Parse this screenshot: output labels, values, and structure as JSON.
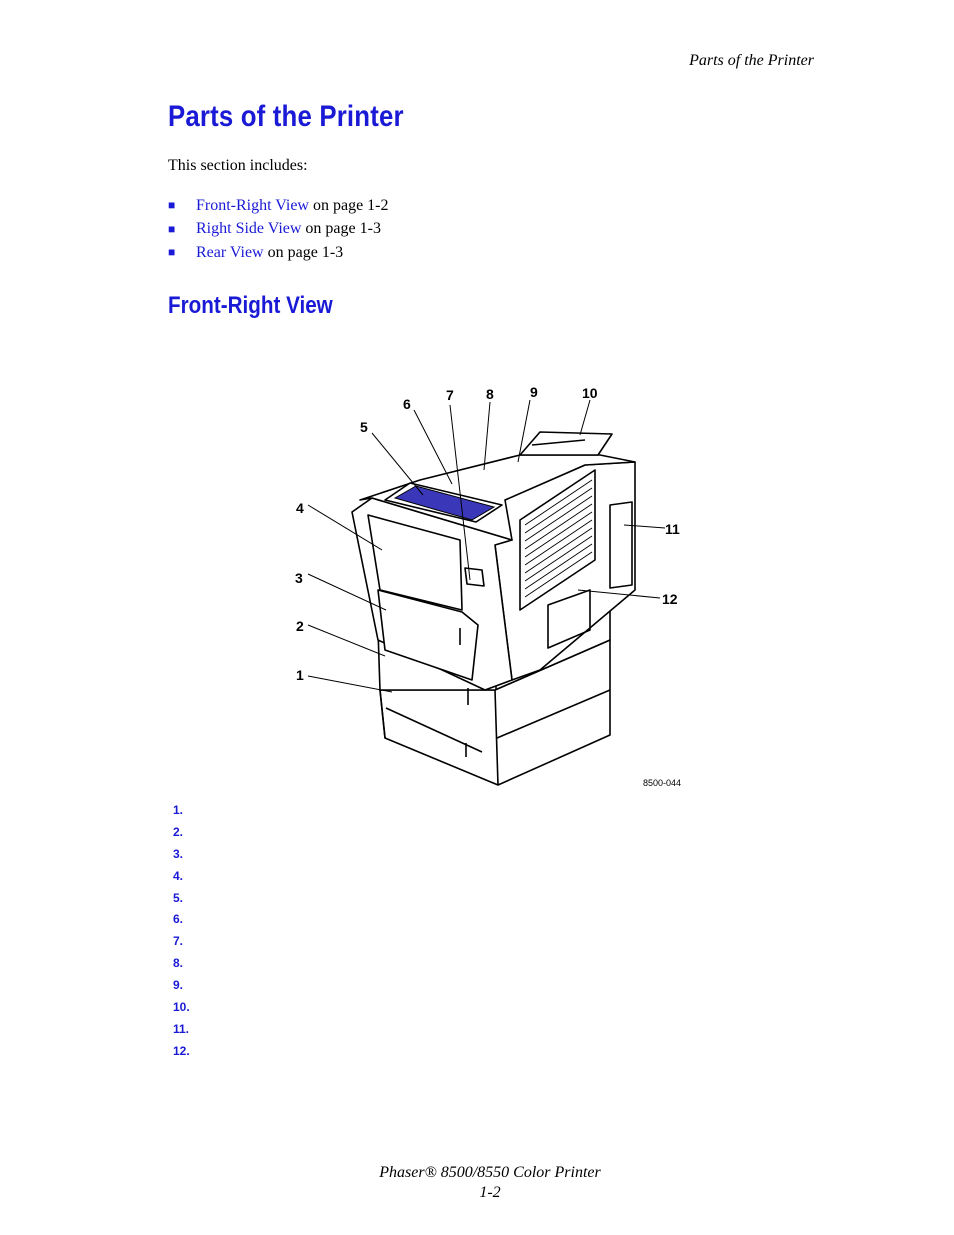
{
  "running_header": "Parts of the Printer",
  "title": "Parts of the Printer",
  "intro": "This section includes:",
  "toc": [
    {
      "link": "Front-Right View",
      "suffix": " on page 1-2"
    },
    {
      "link": "Right Side View",
      "suffix": " on page 1-3"
    },
    {
      "link": "Rear View",
      "suffix": " on page 1-3"
    }
  ],
  "toc_bullet": "■",
  "section_title": "Front-Right View",
  "figure": {
    "callouts": [
      "1",
      "2",
      "3",
      "4",
      "5",
      "6",
      "7",
      "8",
      "9",
      "10",
      "11",
      "12"
    ],
    "figure_id": "8500-044",
    "panel_color": "#3a38b8"
  },
  "parts_list": [
    "1.",
    "2.",
    "3.",
    "4.",
    "5.",
    "6.",
    "7.",
    "8.",
    "9.",
    "10.",
    "11.",
    "12."
  ],
  "footer": {
    "line1": "Phaser® 8500/8550 Color Printer",
    "line2": "1-2"
  },
  "colors": {
    "link": "#1a1ad6",
    "heading": "#1a1ad6"
  }
}
